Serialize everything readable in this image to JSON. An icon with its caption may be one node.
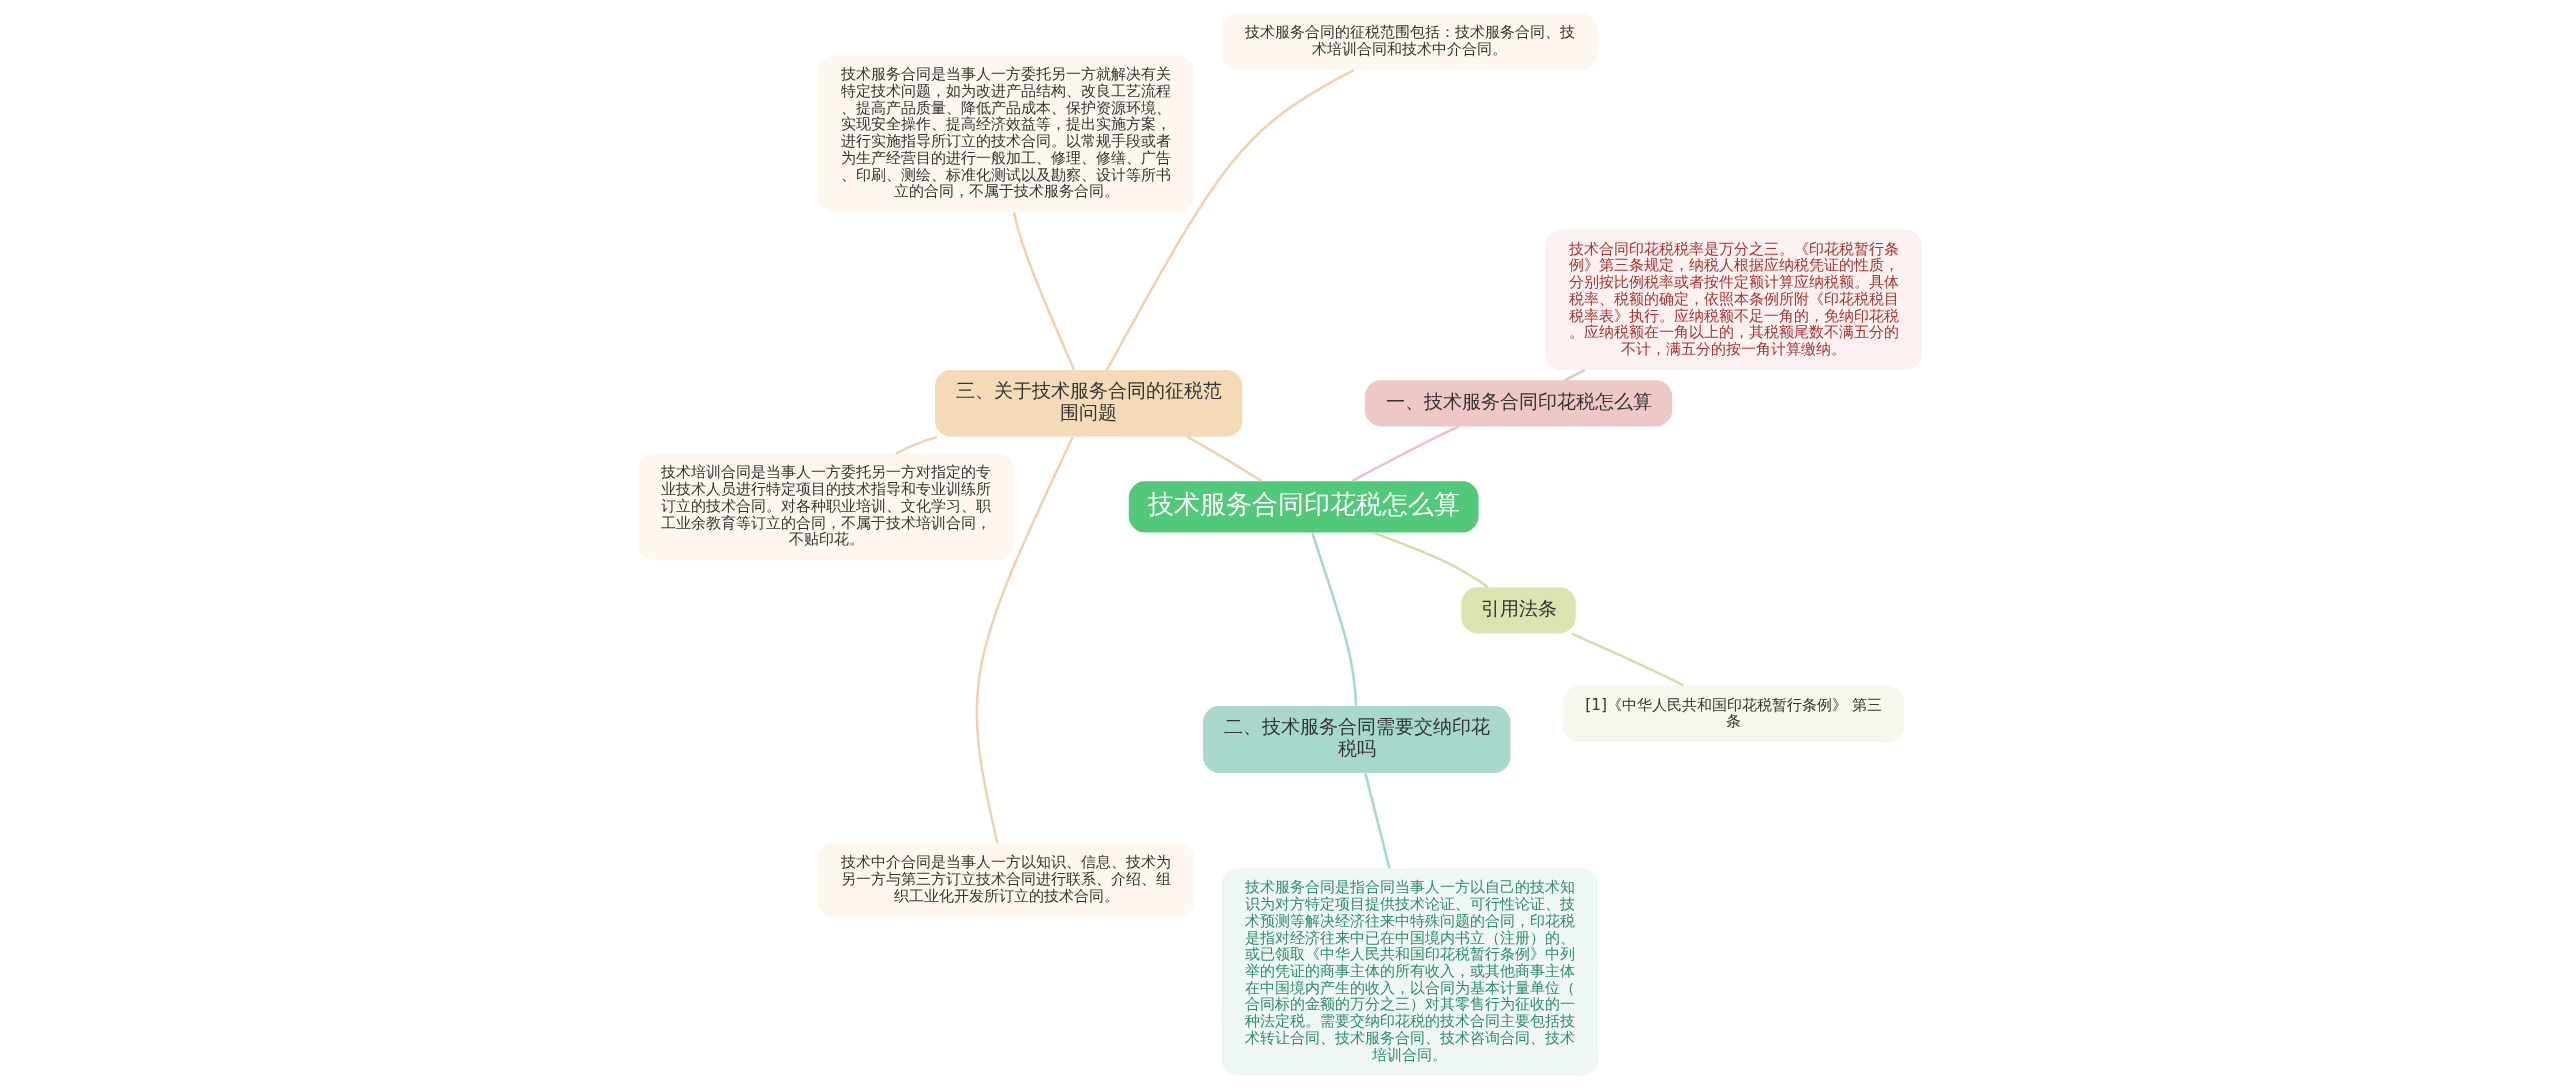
{
  "diagram": {
    "nodes": [
      {
        "text": [
          "技术服务合同印花税怎么算"
        ]
      },
      {
        "text": [
          "一、技术服务合同印花税怎么算"
        ]
      },
      {
        "text": [
          "技术合同印花税税率是万分之三。《印花税暂行条例》第三条规定，纳税人根据应纳税凭证的性质，分别按比例税率或者按件定额计算应纳税额。具体税率、税额的确定，依照本条例所附《印花税税目税率表》执行。应纳税额不足一角的，免纳印花税。应纳税额在一角以上的，其税额尾数不满五分的不计，满五分的按一角计算缴纳。"
        ]
      },
      {
        "text": [
          "三、关于技术服务合同的征税范围问题"
        ]
      },
      {
        "text": [
          "技术服务合同的征税范围包括：技术服务合同、技术培训合同和技术中介合同。"
        ]
      },
      {
        "text": [
          "技术服务合同是当事人一方委托另一方就解决有关特定技术问题，如为改进产品结构、改良工艺流程、提高产品质量、降低产品成本、保护资源环境、实现安全操作、提高经济效益等，提出实施方案，进行实施指导所订立的技术合同。以常规手段或者为生产经营目的进行一般加工、修理、修缮、广告、印刷、测绘、标准化测试以及勘察、设计等所书立的合同，不属于技术服务合同。"
        ]
      },
      {
        "text": [
          "技术培训合同是当事人一方委托另一方对指定的专业技术人员进行特定项目的技术指导和专业训练所订立的技术合同。对各种职业培训、文化学习、职工业余教育等订立的合同，不属于技术培训合同，不贴印花。"
        ]
      },
      {
        "text": [
          "技术中介合同是当事人一方以知识、信息、技术为另一方与第三方订立技术合同进行联系、介绍、组织工业化开发所订立的技术合同。"
        ]
      },
      {
        "text": [
          "二、技术服务合同需要交纳印花税吗"
        ]
      },
      {
        "text": [
          "技术服务合同是指合同当事人一方以自己的技术知识为对方特定项目提供技术论证、可行性论证、技术预测等解决经济往来中特殊问题的合同，印花税是指对经济往来中已在中国境内书立（注册）的、或已领取《中华人民共和国印花税暂行条例》中列举的凭证的商事主体的所有收入，或其他商事主体在中国境内产生的收入，以合同为基本计量单位（合同标的金额的万分之三）对其零售行为征收的一种法定税。需要交纳印花税的技术合同主要包括技术转让合同、技术服务合同、技术咨询合同、技术培训合同。"
        ]
      },
      {
        "text": [
          "引用法条"
        ]
      },
      {
        "text": [
          "[1]《中华人民共和国印花税暂行条例》 第三条"
        ]
      }
    ],
    "edges": [
      {
        "from": 0,
        "to": 1,
        "arrow": "none",
        "color": "#e8c4c4"
      },
      {
        "from": 1,
        "to": 2,
        "arrow": "none",
        "color": "#e8c4c4"
      },
      {
        "from": 0,
        "to": 3,
        "arrow": "none",
        "color": "#f0d2b0"
      },
      {
        "from": 3,
        "to": 4,
        "arrow": "none",
        "color": "#f0d2b0"
      },
      {
        "from": 3,
        "to": 5,
        "arrow": "none",
        "color": "#f0d2b0"
      },
      {
        "from": 3,
        "to": 6,
        "arrow": "none",
        "color": "#f0d2b0"
      },
      {
        "from": 3,
        "to": 7,
        "arrow": "none",
        "color": "#f0d2b0"
      },
      {
        "from": 0,
        "to": 8,
        "arrow": "none",
        "color": "#a8d8cc"
      },
      {
        "from": 8,
        "to": 9,
        "arrow": "none",
        "color": "#a8d8cc"
      },
      {
        "from": 0,
        "to": 10,
        "arrow": "none",
        "color": "#d8dca8"
      },
      {
        "from": 10,
        "to": 11,
        "arrow": "none",
        "color": "#d8dca8"
      }
    ]
  }
}
